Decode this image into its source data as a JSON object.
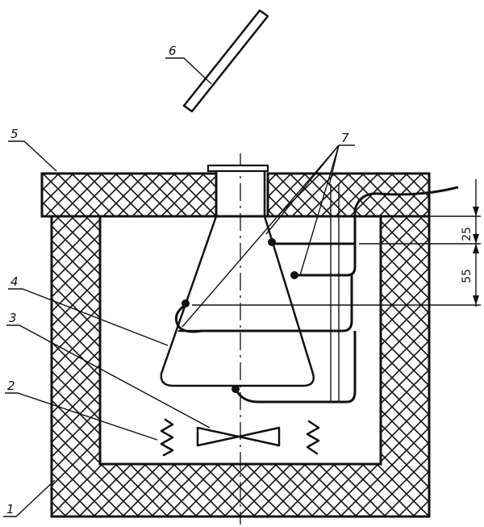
{
  "labels": {
    "l1": "1",
    "l2": "2",
    "l3": "3",
    "l4": "4",
    "l5": "5",
    "l6": "6",
    "l7": "7"
  },
  "dimensions": {
    "upper": "25",
    "lower": "55"
  },
  "colors": {
    "ink": "#111111",
    "background": "#ffffff"
  }
}
